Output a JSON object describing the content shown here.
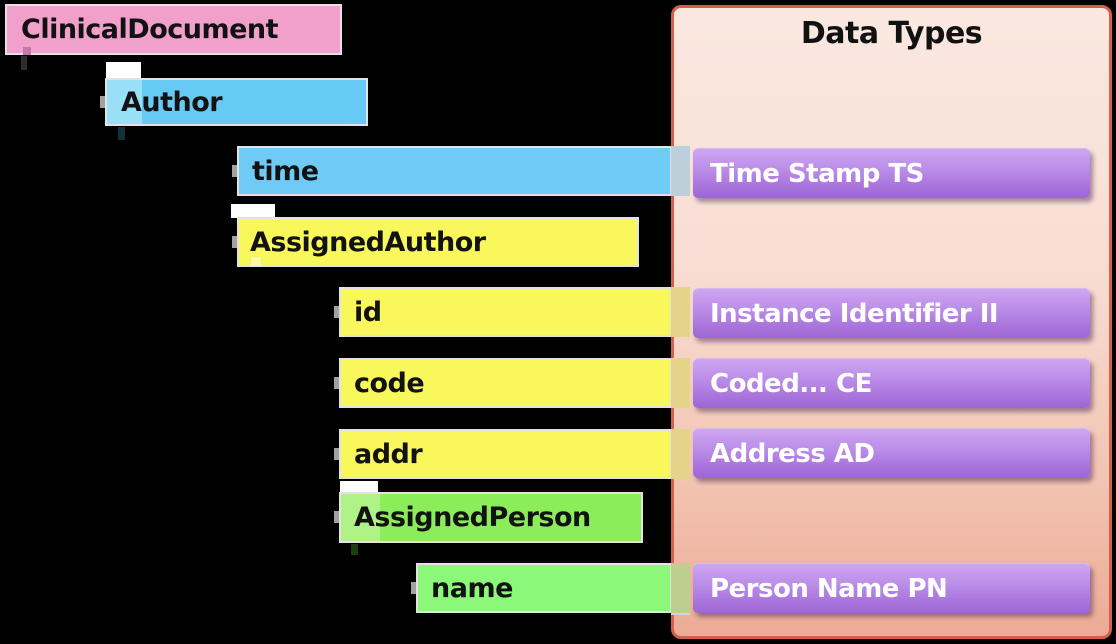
{
  "panel": {
    "title": "Data Types"
  },
  "tree": [
    {
      "label": "ClinicalDocument",
      "level": 0,
      "color": "#F0A0CB"
    },
    {
      "label": "Author",
      "level": 1,
      "color": "#66CAF5"
    },
    {
      "label": "time",
      "level": 2,
      "color": "#6FCBF5",
      "type": "Time Stamp TS"
    },
    {
      "label": "AssignedAuthor",
      "level": 2,
      "color": "#F8F75C"
    },
    {
      "label": "id",
      "level": 3,
      "color": "#F8F75C",
      "type": "Instance Identifier II"
    },
    {
      "label": "code",
      "level": 3,
      "color": "#F8F75C",
      "type": "Coded... CE"
    },
    {
      "label": "addr",
      "level": 3,
      "color": "#F8F75C",
      "type": "Address AD"
    },
    {
      "label": "AssignedPerson",
      "level": 3,
      "color": "#8CED5B"
    },
    {
      "label": "name",
      "level": 4,
      "color": "#8CF87A",
      "type": "Person Name PN"
    }
  ],
  "types": [
    {
      "label": "Time Stamp TS"
    },
    {
      "label": "Instance Identifier II"
    },
    {
      "label": "Coded... CE"
    },
    {
      "label": "Address AD"
    },
    {
      "label": "Person Name PN"
    }
  ],
  "colors": {
    "background": "#000000",
    "pink": "#F0A0CB",
    "blue": "#66CAF5",
    "yellow": "#F8F75C",
    "green": "#8CED5B",
    "purple_top": "#CFA6F2",
    "purple_bottom": "#9D68D3",
    "panel_fill_top": "#FAE8E0",
    "panel_fill_bottom": "#ECAB96",
    "panel_border": "#D2604A",
    "type_text": "#FFFFFF",
    "node_text": "#121212"
  }
}
